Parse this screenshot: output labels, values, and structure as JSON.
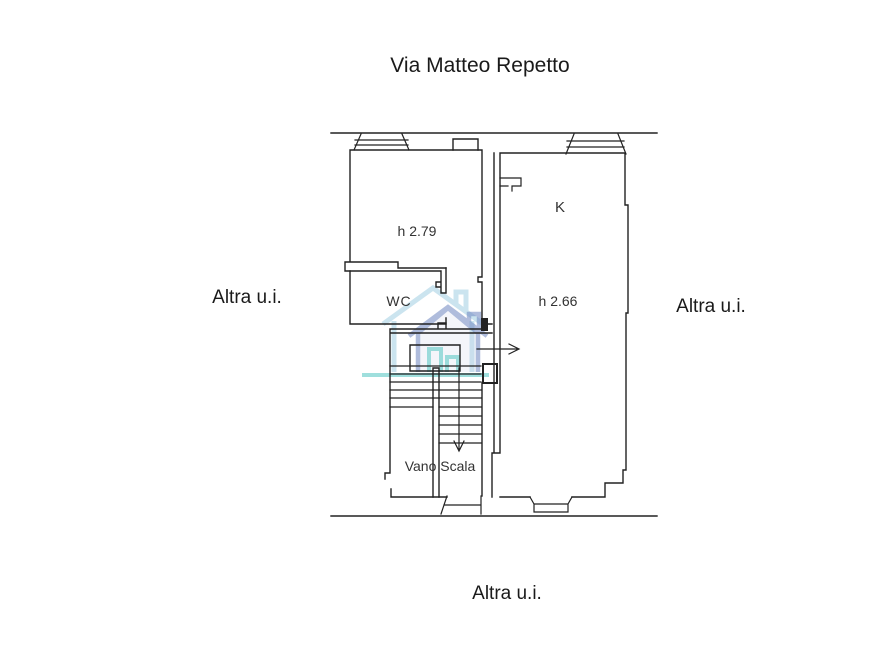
{
  "title": "Via Matteo Repetto",
  "plan_labels": {
    "room_left_height": "h 2.79",
    "wc": "WC",
    "kitchen": "K",
    "kitchen_height": "h 2.66",
    "stairwell": "Vano Scala"
  },
  "adjacent_units": {
    "left": "Altra u.i.",
    "right": "Altra u.i.",
    "bottom": "Altra u.i."
  },
  "colors": {
    "line": "#222222",
    "text": "#1a1a1a",
    "watermark_light_blue": "#a9d2e4",
    "watermark_blue": "#6f87c0",
    "watermark_teal": "#5fc9c6",
    "watermark_lavender": "#c9cce6"
  }
}
